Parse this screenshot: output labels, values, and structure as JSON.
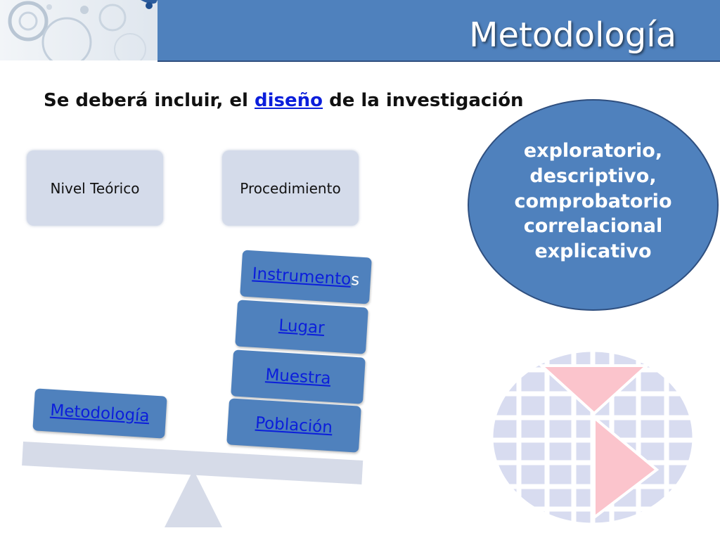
{
  "slide": {
    "title": "Metodología",
    "subtitle": {
      "prefix": "Se deberá incluir, el ",
      "link": "diseño",
      "suffix": " de la investigación"
    }
  },
  "cards": {
    "nivel_teorico": "Nivel Teórico",
    "procedimiento": "Procedimiento"
  },
  "scale": {
    "left_label": "Metodología",
    "right_stack": [
      {
        "link": "Instrumento",
        "plain": "s"
      },
      {
        "link": "Lugar",
        "plain": ""
      },
      {
        "link": "Muestra",
        "plain": ""
      },
      {
        "link": "Población",
        "plain": ""
      }
    ]
  },
  "design_types": {
    "lines": [
      "exploratorio,",
      "descriptivo,",
      "comprobatorio",
      "correlacional",
      "explicativo"
    ]
  },
  "colors": {
    "accent_blue": "#4f81bd",
    "card_gray": "#d4dbea",
    "link": "#0b1edb"
  }
}
